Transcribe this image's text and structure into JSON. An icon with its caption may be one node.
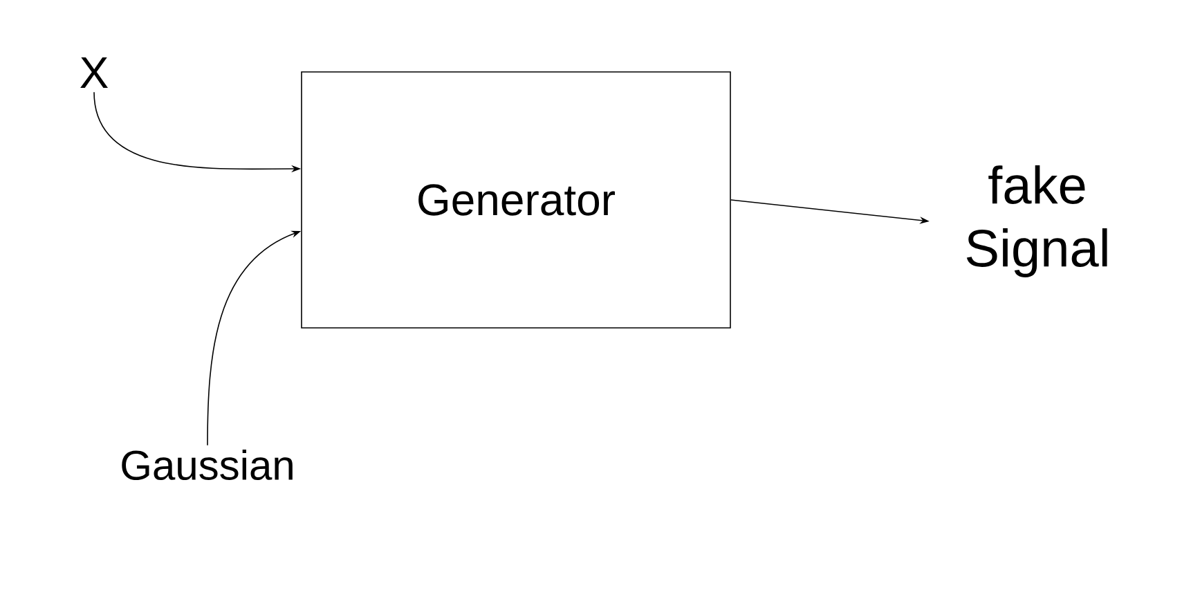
{
  "diagram": {
    "nodes": [
      {
        "text": [
          "X"
        ]
      },
      {
        "text": [
          "Generator"
        ]
      },
      {
        "text": [
          "Gaussian"
        ]
      },
      {
        "text": [
          "fake Signal"
        ]
      }
    ],
    "edges": [
      {
        "from": 0,
        "to": 1,
        "arrow": "to"
      },
      {
        "from": 2,
        "to": 1,
        "arrow": "to"
      },
      {
        "from": 1,
        "to": 3,
        "arrow": "to"
      }
    ]
  }
}
